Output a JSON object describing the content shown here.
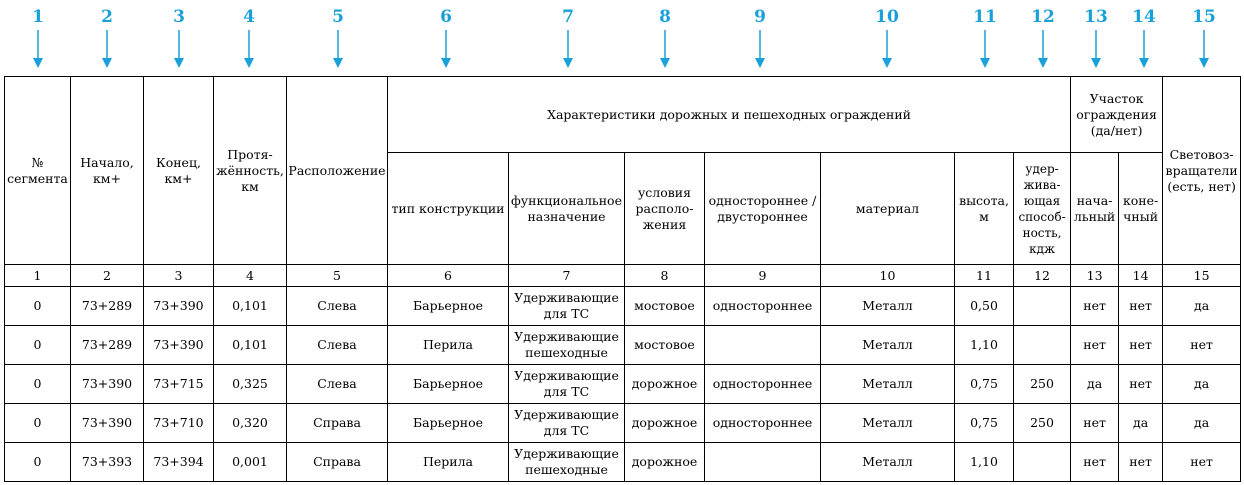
{
  "column_markers": [
    "1",
    "2",
    "3",
    "4",
    "5",
    "6",
    "7",
    "8",
    "9",
    "10",
    "11",
    "12",
    "13",
    "14",
    "15"
  ],
  "accent_color": "#1aa0d8",
  "header": {
    "segment": "№\nсегмента",
    "start": "Начало,\nкм+",
    "end": "Конец,\nкм+",
    "length": "Протя-\nжённость,\nкм",
    "location": "Расположение",
    "group_title": "Характеристики дорожных и пешеходных ограждений",
    "construction_type": "тип конструкции",
    "function": "функциональное\nназначение",
    "conditions": "условия\nрасполо-\nжения",
    "sides": "одностороннее /\nдвустороннее",
    "material": "материал",
    "height": "высота,\nм",
    "holding": "удер-\nжива-\nющая\nспособ-\nность,\nкдж",
    "section_title": "Участок\nограждения\n(да/нет)",
    "section_start": "нача-\nльный",
    "section_end": "коне-\nчный",
    "reflectors": "Световоз-\nвращатели\n(есть, нет)"
  },
  "column_numbers": [
    "1",
    "2",
    "3",
    "4",
    "5",
    "6",
    "7",
    "8",
    "9",
    "10",
    "11",
    "12",
    "13",
    "14",
    "15"
  ],
  "rows": [
    [
      "0",
      "73+289",
      "73+390",
      "0,101",
      "Слева",
      "Барьерное",
      "Удерживающие\nдля ТС",
      "мостовое",
      "одностороннее",
      "Металл",
      "0,50",
      "",
      "нет",
      "нет",
      "да"
    ],
    [
      "0",
      "73+289",
      "73+390",
      "0,101",
      "Слева",
      "Перила",
      "Удерживающие\nпешеходные",
      "мостовое",
      "",
      "Металл",
      "1,10",
      "",
      "нет",
      "нет",
      "нет"
    ],
    [
      "0",
      "73+390",
      "73+715",
      "0,325",
      "Слева",
      "Барьерное",
      "Удерживающие\nдля ТС",
      "дорожное",
      "одностороннее",
      "Металл",
      "0,75",
      "250",
      "да",
      "нет",
      "да"
    ],
    [
      "0",
      "73+390",
      "73+710",
      "0,320",
      "Справа",
      "Барьерное",
      "Удерживающие\nдля ТС",
      "дорожное",
      "одностороннее",
      "Металл",
      "0,75",
      "250",
      "нет",
      "да",
      "да"
    ],
    [
      "0",
      "73+393",
      "73+394",
      "0,001",
      "Справа",
      "Перила",
      "Удерживающие\nпешеходные",
      "дорожное",
      "",
      "Металл",
      "1,10",
      "",
      "нет",
      "нет",
      "нет"
    ]
  ]
}
